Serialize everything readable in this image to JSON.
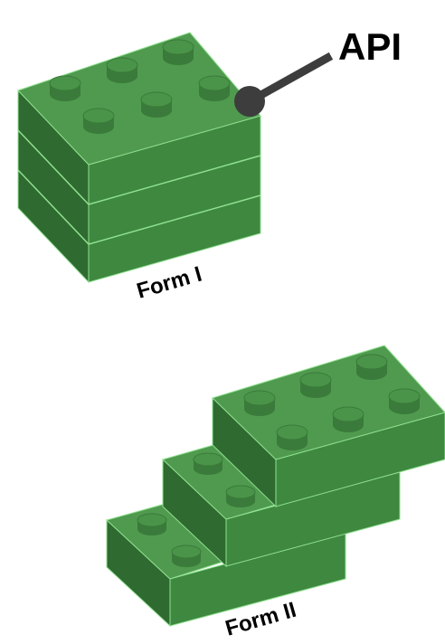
{
  "labels": {
    "api": "API",
    "form_one": "Form I",
    "form_two": "Form II"
  },
  "colors": {
    "top": "#4f9a4f",
    "front": "#3e8840",
    "side": "#2f6a30",
    "edge": "#8fe08f",
    "stud_top": "#4a9449",
    "stud_side": "#3a7a3a",
    "pointer": "#3d3d3d"
  }
}
